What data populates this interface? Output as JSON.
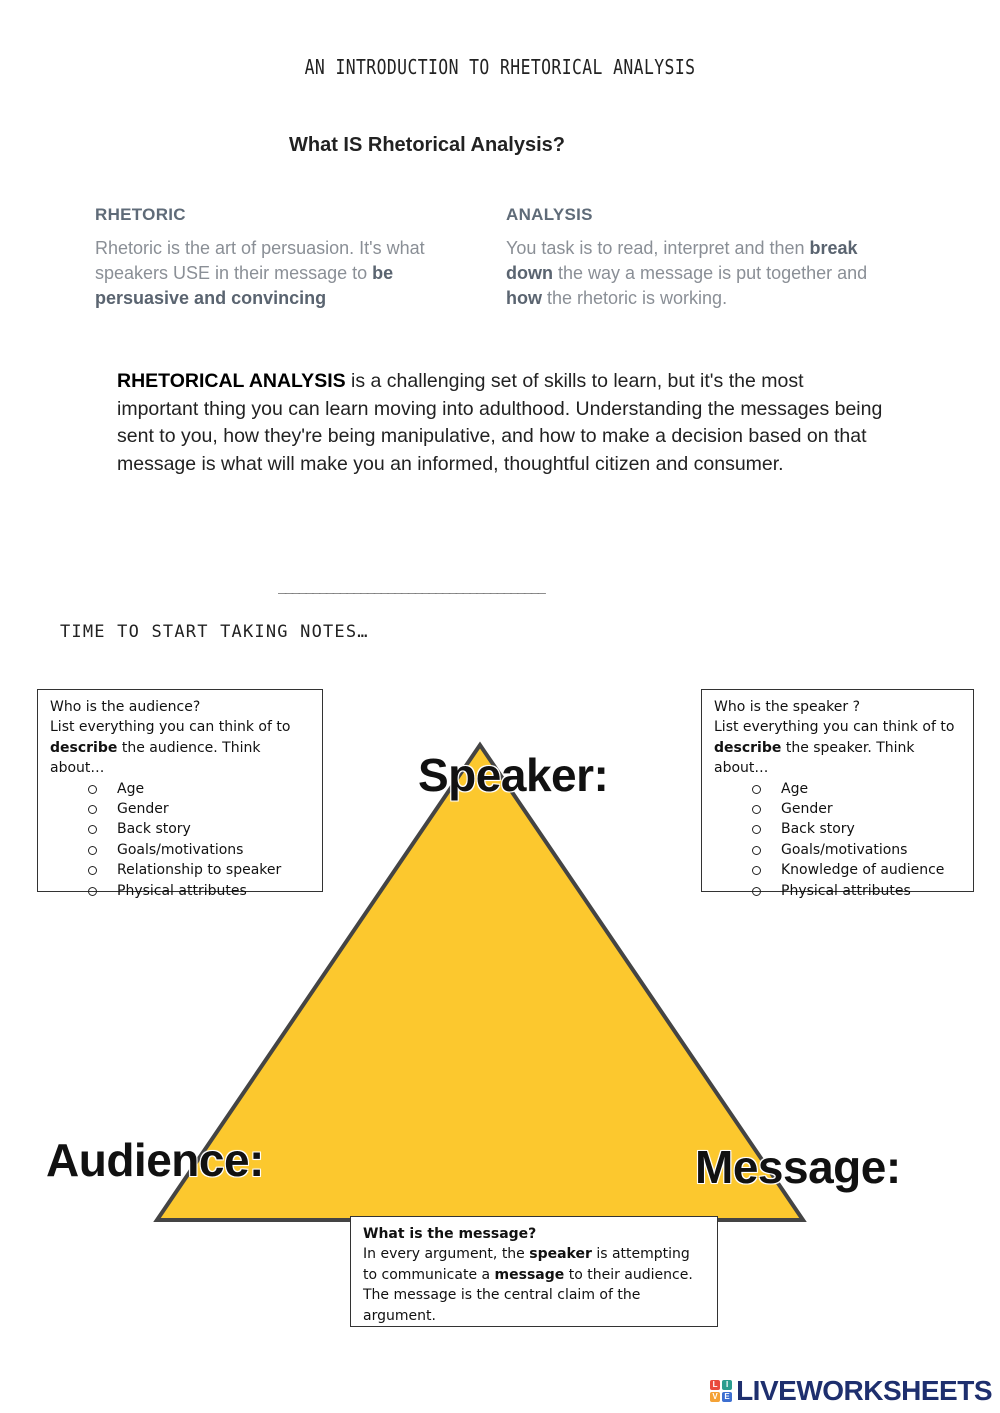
{
  "header": {
    "title": "AN INTRODUCTION TO RHETORICAL ANALYSIS",
    "question": "What IS Rhetorical Analysis?"
  },
  "columns": {
    "rhetoric": {
      "heading": "RHETORIC",
      "text_1": "Rhetoric is the art of persuasion.  It's what speakers USE in their message to ",
      "text_bold": "be persuasive and convincing"
    },
    "analysis": {
      "heading": "ANALYSIS",
      "text_1": "You task is to read, interpret and then ",
      "bold_1": "break down",
      "text_2": " the way a message is put together and ",
      "bold_2": "how",
      "text_3": " the rhetoric is working."
    }
  },
  "intro": {
    "bold": "RHETORICAL ANALYSIS",
    "text": " is a challenging set of skills to learn, but it's the most important thing you can learn moving into adulthood.  Understanding the messages being sent to you, how they're being manipulative, and how to make a decision based on that message is what will make you an informed, thoughtful citizen and consumer."
  },
  "divider": "_______________________________________",
  "notes_title": "TIME TO START TAKING NOTES…",
  "triangle": {
    "fill": "#FCC82E",
    "stroke": "#444444",
    "labels": {
      "speaker": "Speaker:",
      "audience": "Audience:",
      "message": "Message:"
    }
  },
  "audience_box": {
    "line_1": "Who is the audience?",
    "line_2": "List everything you can think of to",
    "bold_word": "describe",
    "line_3": " the audience.  Think about…",
    "items": [
      "Age",
      "Gender",
      "Back story",
      "Goals/motivations",
      "Relationship to speaker",
      "Physical attributes"
    ]
  },
  "speaker_box": {
    "line_1": "Who is the speaker ?",
    "line_2": "List everything you can think of to",
    "bold_word": "describe",
    "line_3": " the speaker.  Think about…",
    "items": [
      "Age",
      "Gender",
      "Back story",
      "Goals/motivations",
      "Knowledge of audience",
      "Physical attributes"
    ]
  },
  "message_box": {
    "title": "What is the message?",
    "text_1": "In every argument, the ",
    "bold_1": "speaker",
    "text_2": " is attempting to communicate a ",
    "bold_2": "message",
    "text_3": " to their audience.",
    "text_4": "The message is the central claim of the argument."
  },
  "footer": {
    "logo_text": "LIVEWORKSHEETS",
    "logo_letters": [
      "L",
      "I",
      "V",
      "E"
    ],
    "logo_colors": [
      "#e94b3c",
      "#2a9d8f",
      "#f4a236",
      "#3d6fd1"
    ]
  }
}
